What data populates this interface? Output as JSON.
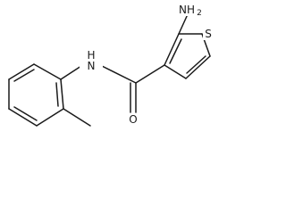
{
  "molecule": {
    "atom_labels": {
      "amine": "NH",
      "amine_subscript": "2",
      "thiophene_sulfur": "S",
      "amide_nitrogen": "N",
      "amide_hydrogen": "H",
      "carbonyl_oxygen": "O"
    }
  }
}
